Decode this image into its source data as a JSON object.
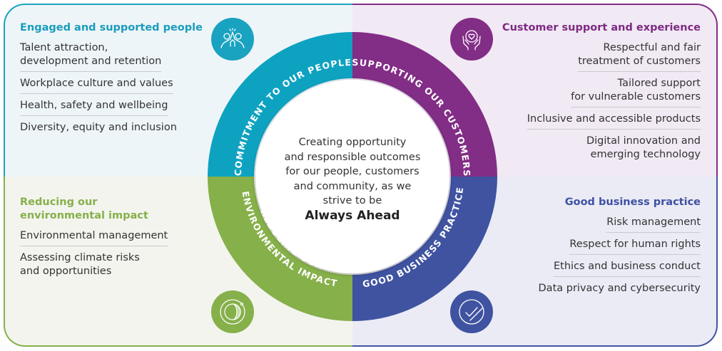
{
  "colors": {
    "people": "#1aa3c0",
    "customers": "#822d86",
    "environment": "#86b04a",
    "business": "#4254a0"
  },
  "center": {
    "text_lines": [
      "Creating opportunity",
      "and responsible outcomes",
      "for our people, customers",
      "and community, as we",
      "strive to be"
    ],
    "tagline": "Always Ahead"
  },
  "ring": {
    "people_label": "COMMITMENT TO OUR PEOPLE",
    "customers_label": "SUPPORTING OUR CUSTOMERS",
    "environment_label_1": "REDUCING OUR",
    "environment_label_2": "ENVIRONMENTAL IMPACT",
    "business_label": "GOOD BUSINESS PRACTICE"
  },
  "panels": {
    "people": {
      "title": "Engaged and supported people",
      "icon": "people-high-five-icon",
      "items": [
        "Talent attraction,\ndevelopment and retention",
        "Workplace culture and values",
        "Health, safety and wellbeing",
        "Diversity, equity and inclusion"
      ]
    },
    "customers": {
      "title": "Customer support and experience",
      "icon": "hands-heart-icon",
      "items": [
        "Respectful and fair\ntreatment of customers",
        "Tailored support\nfor vulnerable customers",
        "Inclusive and accessible products",
        "Digital innovation and\nemerging technology"
      ]
    },
    "environment": {
      "title": "Reducing our\nenvironmental impact",
      "icon": "globe-orbit-icon",
      "items": [
        "Environmental management",
        "Assessing climate risks\nand opportunities"
      ]
    },
    "business": {
      "title": "Good business practice",
      "icon": "check-circle-icon",
      "items": [
        "Risk management",
        "Respect for human rights",
        "Ethics and business conduct",
        "Data privacy and cybersecurity"
      ]
    }
  }
}
